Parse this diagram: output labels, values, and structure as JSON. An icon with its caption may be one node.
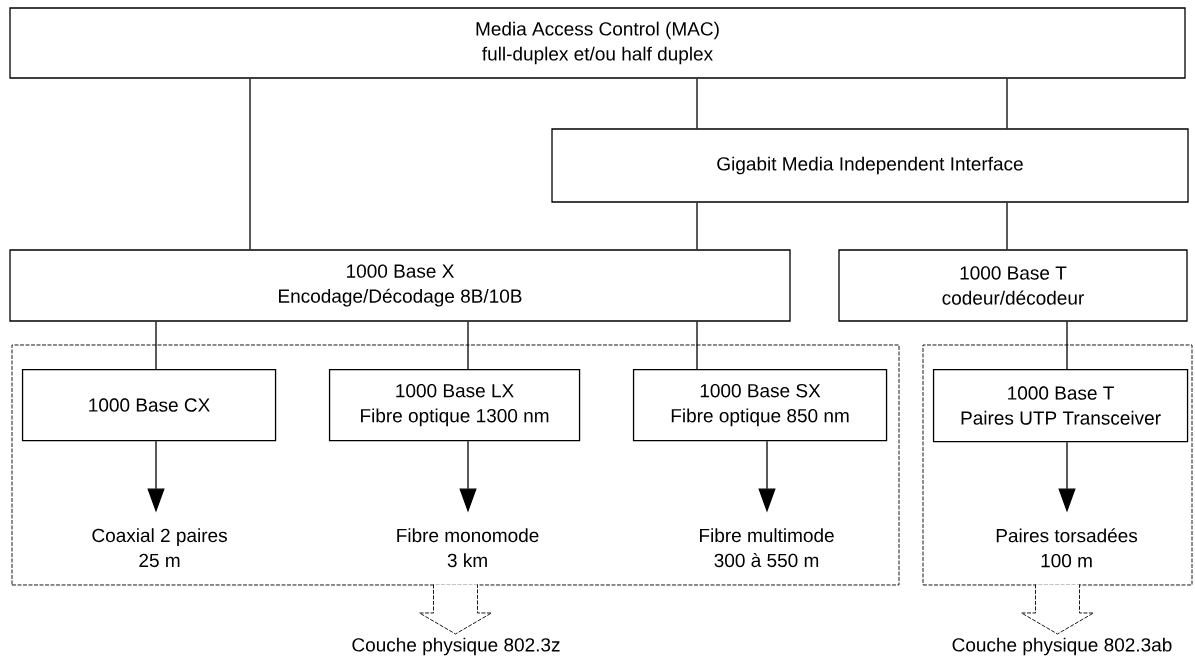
{
  "diagram": {
    "nodes": [
      {
        "text": [
          "Media Access Control (MAC)",
          "full-duplex et/ou half duplex"
        ]
      },
      {
        "text": [
          "Gigabit Media Independent Interface"
        ]
      },
      {
        "text": [
          "1000 Base X",
          "Encodage/Décodage 8B/10B"
        ]
      },
      {
        "text": [
          "1000 Base T",
          "codeur/décodeur"
        ]
      },
      {
        "text": [],
        "shape": "box"
      },
      {
        "text": [],
        "shape": "box"
      },
      {
        "text": [
          "1000 Base CX"
        ],
        "in": 4
      },
      {
        "text": [
          "1000 Base LX",
          "Fibre optique 1300 nm"
        ],
        "in": 4
      },
      {
        "text": [
          "1000 Base SX",
          "Fibre optique 850 nm"
        ],
        "in": 4
      },
      {
        "text": [
          "Coaxial 2 paires",
          "25 m"
        ],
        "in": 4
      },
      {
        "text": [
          "Fibre monomode",
          "3 km"
        ],
        "in": 4
      },
      {
        "text": [
          "Fibre multimode",
          "300 à 550 m"
        ],
        "in": 4
      },
      {
        "text": [
          "1000 Base T",
          "Paires UTP Transceiver"
        ],
        "in": 5
      },
      {
        "text": [
          "Paires torsadées",
          "100 m"
        ],
        "in": 5
      },
      {
        "text": [
          "Couche physique 802.3z"
        ]
      },
      {
        "text": [
          "Couche physique 802.3ab"
        ]
      }
    ],
    "edges": [
      {
        "from": 0,
        "to": 2,
        "arrow": "none"
      },
      {
        "from": 0,
        "to": 1,
        "arrow": "none"
      },
      {
        "from": 0,
        "to": 1,
        "arrow": "none"
      },
      {
        "from": 1,
        "to": 2,
        "arrow": "none"
      },
      {
        "from": 1,
        "to": 3,
        "arrow": "none"
      },
      {
        "from": 2,
        "to": 6,
        "arrow": "none"
      },
      {
        "from": 2,
        "to": 7,
        "arrow": "none"
      },
      {
        "from": 2,
        "to": 8,
        "arrow": "none"
      },
      {
        "from": 3,
        "to": 12,
        "arrow": "none"
      },
      {
        "from": 6,
        "to": 9,
        "arrow": "to"
      },
      {
        "from": 7,
        "to": 10,
        "arrow": "to"
      },
      {
        "from": 8,
        "to": 11,
        "arrow": "to"
      },
      {
        "from": 12,
        "to": 13,
        "arrow": "to"
      },
      {
        "from": 4,
        "to": 14,
        "arrow": "to"
      },
      {
        "from": 5,
        "to": 15,
        "arrow": "to"
      }
    ]
  }
}
